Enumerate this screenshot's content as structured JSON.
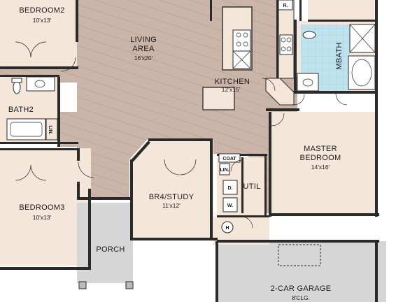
{
  "rooms": {
    "bedroom2": {
      "name": "BEDROOM2",
      "dim": "10'x13'"
    },
    "living": {
      "name_line1": "LIVING",
      "name_line2": "AREA",
      "dim": "16'x20'"
    },
    "kitchen": {
      "name": "KITCHEN",
      "dim": "12'x15'"
    },
    "mbath": {
      "name": "MBATH"
    },
    "bath2": {
      "name": "BATH2"
    },
    "lin": {
      "name": "LIN."
    },
    "master": {
      "name_line1": "MASTER",
      "name_line2": "BEDROOM",
      "dim": "14'x16'"
    },
    "coat": {
      "name": "COAT"
    },
    "lin2": {
      "name": "LIN."
    },
    "util": {
      "name": "UTIL"
    },
    "dryer": {
      "name": "D."
    },
    "washer": {
      "name": "W."
    },
    "study": {
      "name": "BR4/STUDY",
      "dim": "11'x12'"
    },
    "bedroom3": {
      "name": "BEDROOM3",
      "dim": "10'x13'"
    },
    "porch": {
      "name": "PORCH"
    },
    "garage": {
      "name": "2-CAR GARAGE",
      "dim": "8'CLG."
    },
    "water_heater": {
      "name": "H"
    },
    "refrigerator": {
      "name": "R."
    }
  },
  "colors": {
    "floor_wood": "#cbb5a8",
    "floor_carpet": "#f4e6d8",
    "floor_concrete": "#d6d6d6",
    "floor_tile": "#bfe3ee",
    "wall": "#2a2a2a"
  }
}
